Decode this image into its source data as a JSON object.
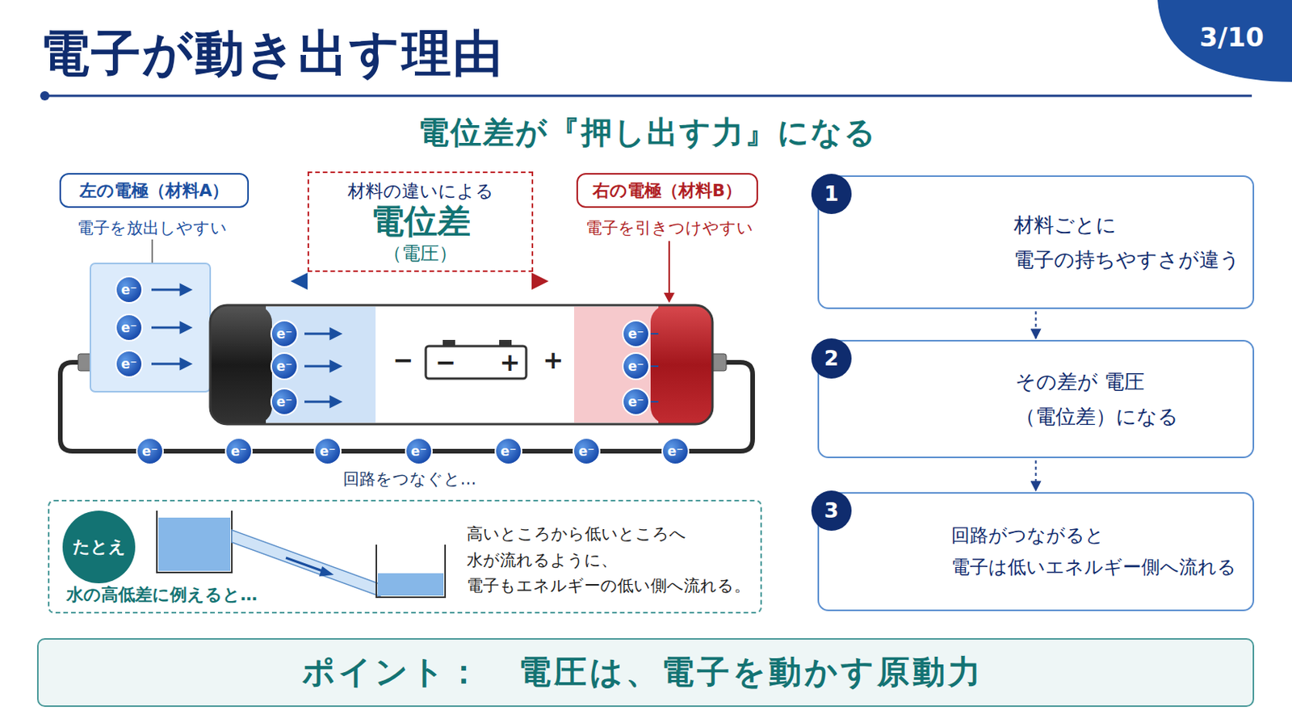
{
  "diagram": {
    "title": "電子が動き出す理由",
    "nodes": [
      {
        "text": [
          "左の電極（材料A）"
        ]
      },
      {
        "text": [
          "材料の違いによる",
          "電位差",
          "（電圧）"
        ]
      },
      {
        "text": [
          "右の電極（材料B）"
        ]
      },
      {
        "text": [
          "水の高低差に例えると…",
          "高いところから低いところへ 水が流れるように、 電子もエネルギーの低い側へ流れる。"
        ]
      },
      {
        "text": [
          "たとえ"
        ],
        "in": 3
      },
      {
        "text": [
          "材料ごとに 電子の持ちやすさが違う"
        ]
      },
      {
        "text": [
          "1"
        ],
        "in": 5
      },
      {
        "text": [
          "その差が 電圧（電位差）になる"
        ]
      },
      {
        "text": [
          "2"
        ],
        "in": 7
      },
      {
        "text": [
          "回路がつながると 電子は低いエネルギー側へ流れる"
        ]
      },
      {
        "text": [
          "3"
        ],
        "in": 9
      },
      {
        "text": [
          "ポイント：　電圧は、電子を動かす原動力"
        ]
      }
    ],
    "edges": [
      {
        "from": 5,
        "to": 7,
        "arrow": "to"
      },
      {
        "from": 7,
        "to": 9,
        "arrow": "to"
      }
    ],
    "labels": [
      "3/10",
      "電位差が『押し出す力』になる",
      "電子を放出しやすい",
      "電子を引きつけやすい",
      "e⁻",
      "e⁻",
      "e⁻",
      "e⁻",
      "e⁻",
      "e⁻",
      "−",
      "−",
      "+",
      "+",
      "e⁻",
      "e⁻",
      "e⁻",
      "e⁻",
      "e⁻",
      "e⁻",
      "e⁻",
      "e⁻",
      "e⁻",
      "e⁻",
      "回路をつなぐと…",
      "A",
      "B",
      "−",
      "+"
    ]
  }
}
